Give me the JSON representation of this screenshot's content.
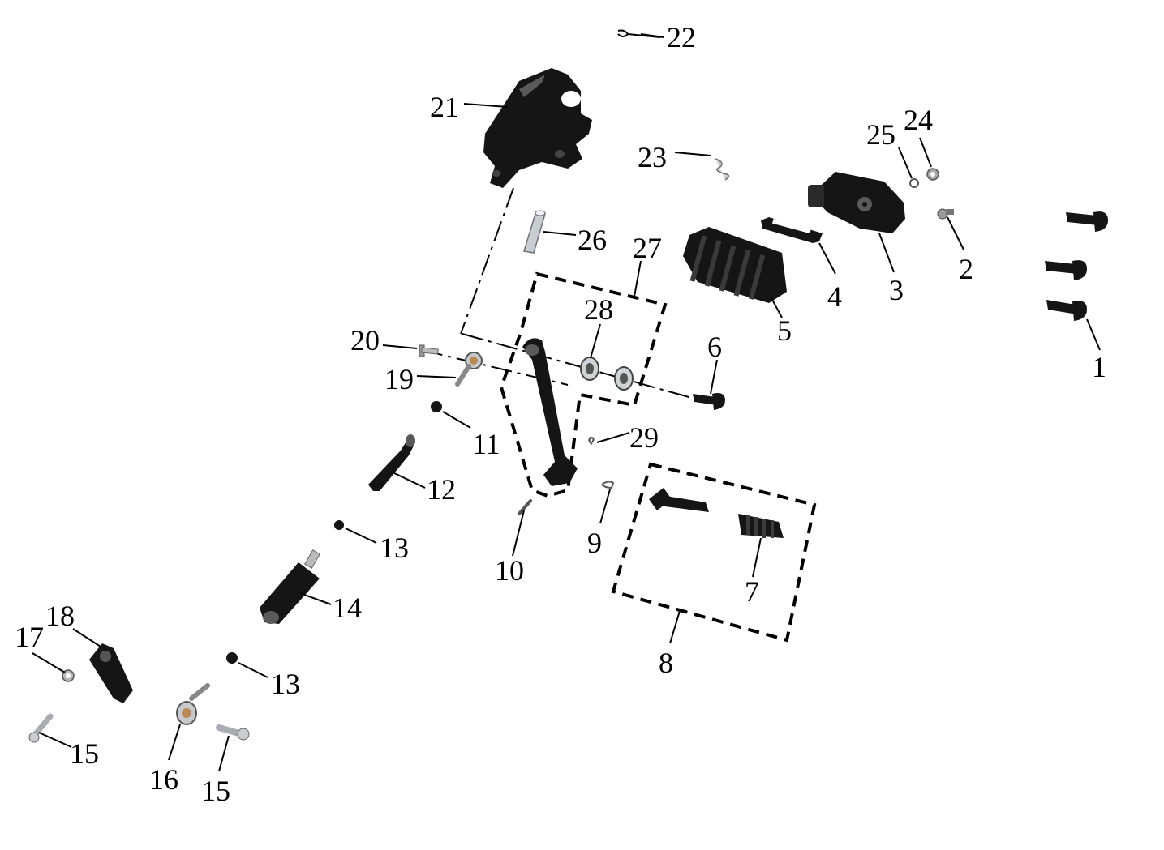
{
  "diagram": {
    "callouts": {
      "c1": "1",
      "c2": "2",
      "c3": "3",
      "c4": "4",
      "c5": "5",
      "c6": "6",
      "c7": "7",
      "c8": "8",
      "c9": "9",
      "c10": "10",
      "c11": "11",
      "c12": "12",
      "c13a": "13",
      "c13b": "13",
      "c14": "14",
      "c15a": "15",
      "c15b": "15",
      "c16": "16",
      "c17": "17",
      "c18": "18",
      "c19": "19",
      "c20": "20",
      "c21": "21",
      "c22": "22",
      "c23": "23",
      "c24": "24",
      "c25": "25",
      "c26": "26",
      "c27": "27",
      "c28": "28",
      "c29": "29"
    },
    "colors": {
      "parts_dark": "#151515",
      "parts_metal": "#c9ccd0",
      "bearing_bronze": "#b98a55",
      "lines": "#000000",
      "background": "#ffffff"
    }
  }
}
